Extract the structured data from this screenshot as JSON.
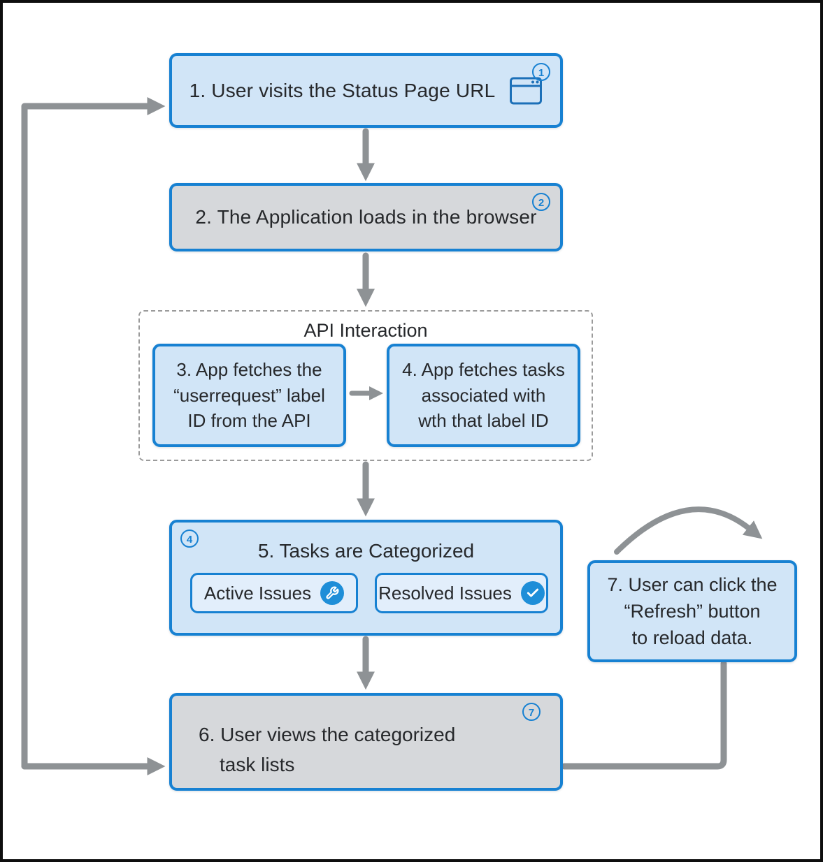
{
  "colors": {
    "box_blue_fill": "#d1e5f7",
    "chip_fill": "#e2eefb",
    "box_gray_fill": "#d6d8db",
    "box_border_blue": "#1781d2",
    "badge_blue": "#1781d2",
    "icon_circle_blue": "#1e8ed8",
    "arrow_gray": "#8e9295",
    "dashed_border_gray": "#9b9b9b",
    "text": "#26282b",
    "frame_black": "#0e0e0e"
  },
  "nodes": {
    "step1": {
      "label": "1. User visits the Status Page URL",
      "badge": "1",
      "icon": "browser-window-icon"
    },
    "step2": {
      "label": "2. The Application loads in the browser",
      "badge": "2"
    },
    "api_group": {
      "title": "API Interaction"
    },
    "step3": {
      "lines": [
        "3. App fetches the",
        "“userrequest” label",
        "ID from the API"
      ]
    },
    "step4": {
      "lines": [
        "4. App fetches tasks",
        "associated with",
        "wth that label ID"
      ]
    },
    "step5": {
      "title": "5. Tasks are Categorized",
      "badge": "4",
      "chips": [
        {
          "label": "Active Issues",
          "icon": "wrench-icon"
        },
        {
          "label": "Resolved Issues",
          "icon": "check-icon"
        }
      ]
    },
    "step6": {
      "lines": [
        "6. User views the categorized",
        "task lists"
      ],
      "badge": "7"
    },
    "step7": {
      "lines": [
        "7. User can click the",
        "“Refresh” button",
        "to reload data."
      ]
    }
  }
}
